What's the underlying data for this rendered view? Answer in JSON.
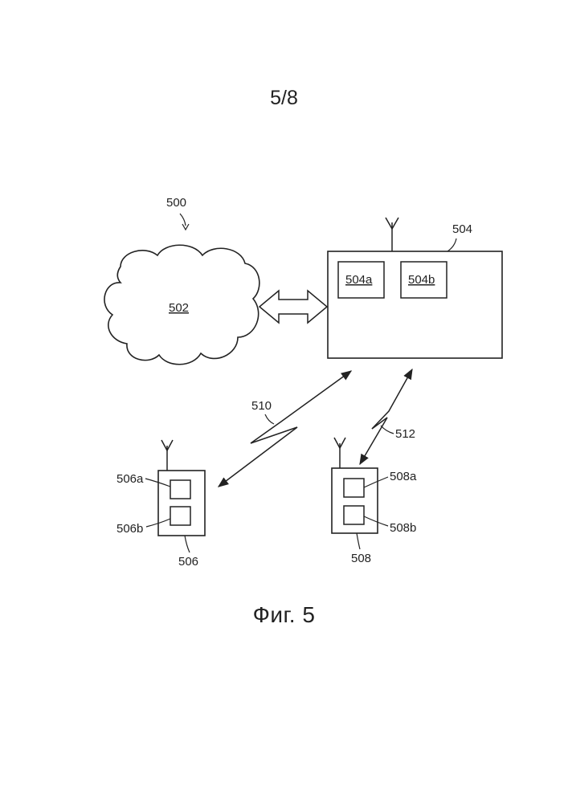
{
  "page": {
    "number": "5/8"
  },
  "figure": {
    "caption": "Фиг. 5"
  },
  "labels": {
    "system": "500",
    "network": "502",
    "base_station": "504",
    "base_component_a": "504a",
    "base_component_b": "504b",
    "terminal_1": "506",
    "terminal_1_component_a": "506a",
    "terminal_1_component_b": "506b",
    "terminal_2": "508",
    "terminal_2_component_a": "508a",
    "terminal_2_component_b": "508b",
    "link_1": "510",
    "link_2": "512"
  }
}
